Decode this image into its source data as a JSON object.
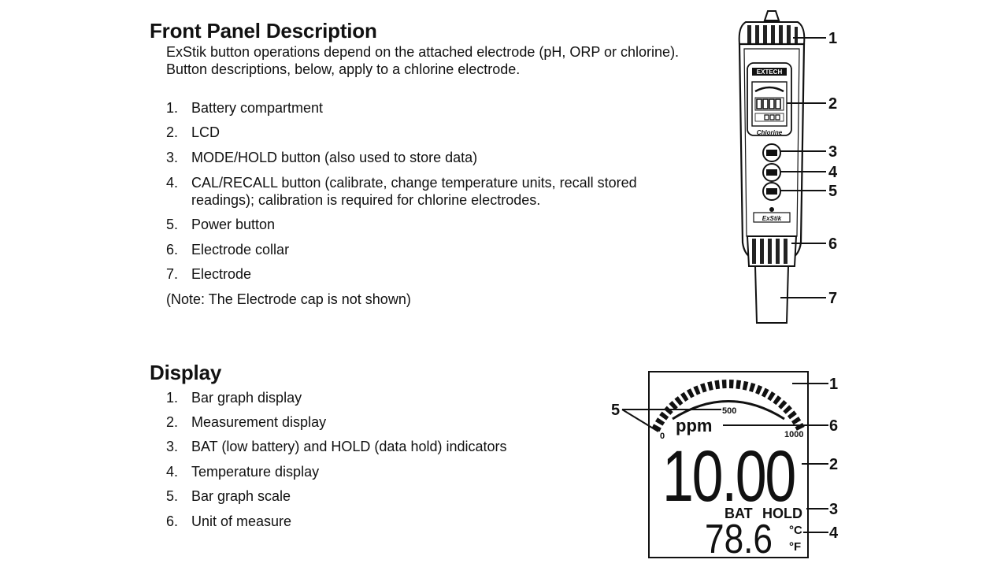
{
  "front_panel": {
    "title": "Front Panel Description",
    "intro_line1": "ExStik button operations depend on the attached electrode (pH, ORP or chlorine).",
    "intro_line2": "Button descriptions, below, apply to a chlorine electrode.",
    "items": [
      {
        "num": "1.",
        "text": "Battery compartment"
      },
      {
        "num": "2.",
        "text": "LCD"
      },
      {
        "num": "3.",
        "text": "MODE/HOLD button (also used to store data)"
      },
      {
        "num": "4.",
        "text": "CAL/RECALL button (calibrate, change temperature units, recall stored readings); calibration is required for chlorine electrodes."
      },
      {
        "num": "5.",
        "text": "Power button"
      },
      {
        "num": "6.",
        "text": "Electrode collar"
      },
      {
        "num": "7.",
        "text": "Electrode"
      }
    ],
    "note": "(Note: The Electrode cap is not shown)",
    "callouts": [
      "1",
      "2",
      "3",
      "4",
      "5",
      "6",
      "7"
    ],
    "device_brand": "EXTECH",
    "device_model": "ExStik",
    "device_label": "Chlorine"
  },
  "display": {
    "title": "Display",
    "items": [
      {
        "num": "1.",
        "text": "Bar graph display"
      },
      {
        "num": "2.",
        "text": "Measurement display"
      },
      {
        "num": "3.",
        "text": "BAT (low battery) and HOLD (data hold) indicators"
      },
      {
        "num": "4.",
        "text": "Temperature display"
      },
      {
        "num": "5.",
        "text": "Bar graph scale"
      },
      {
        "num": "6.",
        "text": "Unit of measure"
      }
    ],
    "lcd": {
      "scale_min": "0",
      "scale_mid": "500",
      "scale_max": "1000",
      "unit": "ppm",
      "reading": "10.00",
      "bat": "BAT",
      "hold": "HOLD",
      "temperature": "78.6",
      "unit_c": "°C",
      "unit_f": "°F"
    },
    "callouts": [
      "1",
      "6",
      "2",
      "3",
      "4",
      "5"
    ]
  }
}
